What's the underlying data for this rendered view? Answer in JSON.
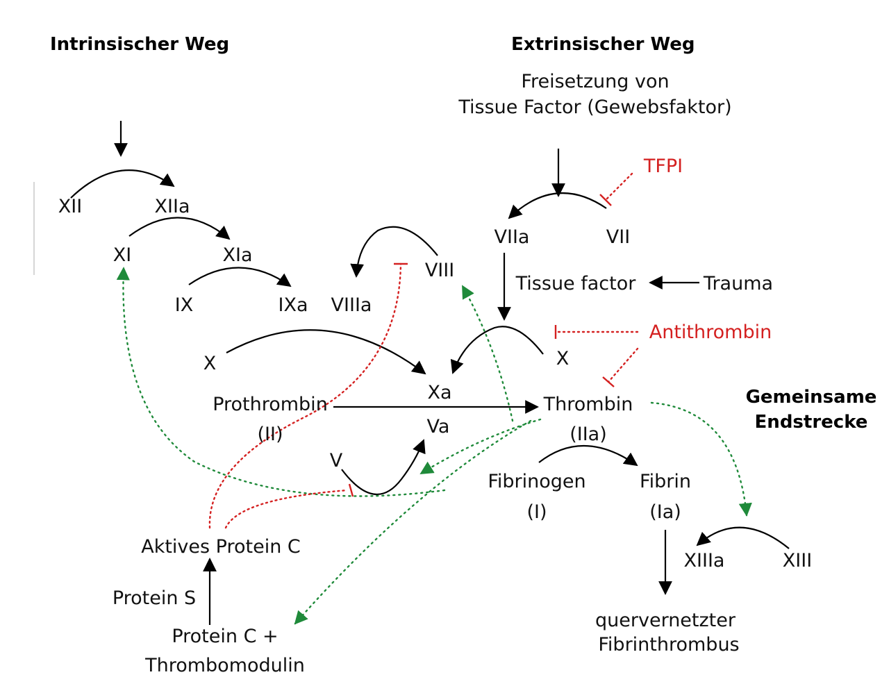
{
  "headers": {
    "intrinsic": "Intrinsischer Weg",
    "extrinsic": "Extrinsischer Weg",
    "common_line1": "Gemeinsame",
    "common_line2": "Endstrecke"
  },
  "extrinsic_trigger": {
    "line1": "Freisetzung von",
    "line2": "Tissue Factor (Gewebsfaktor)"
  },
  "factors": {
    "xii": "XII",
    "xiia": "XIIa",
    "xi": "XI",
    "xia": "XIa",
    "ix": "IX",
    "ixa": "IXa",
    "viiia": "VIIIa",
    "viii": "VIII",
    "viia": "VIIa",
    "vii": "VII",
    "x_left": "X",
    "x_right": "X",
    "xa": "Xa",
    "va": "Va",
    "v": "V",
    "prothrombin": "Prothrombin",
    "prothrombin_code": "(II)",
    "thrombin": "Thrombin",
    "thrombin_code": "(IIa)",
    "fibrinogen": "Fibrinogen",
    "fibrinogen_code": "(I)",
    "fibrin": "Fibrin",
    "fibrin_code": "(Ia)",
    "xiiia": "XIIIa",
    "xiii": "XIII",
    "tissue_factor": "Tissue factor",
    "trauma": "Trauma"
  },
  "inhibitors": {
    "tfpi": "TFPI",
    "antithrombin": "Antithrombin",
    "aktives_protein_c": "Aktives Protein C",
    "protein_s": "Protein S",
    "protein_c_line1": "Protein C +",
    "protein_c_line2": "Thrombomodulin"
  },
  "result": {
    "line1": "quervernetzter",
    "line2": "Fibrinthrombus"
  },
  "colors": {
    "activation": "#000000",
    "inhibition": "#d42020",
    "feedback": "#1f8a3a"
  }
}
